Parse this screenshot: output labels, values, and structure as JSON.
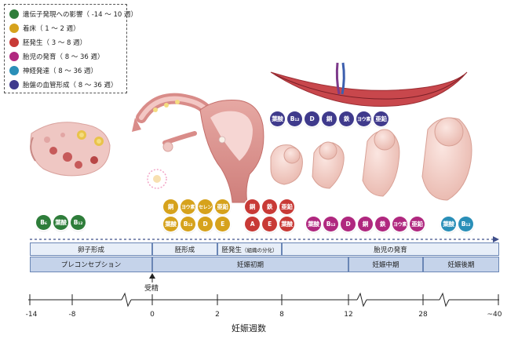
{
  "legend": [
    {
      "label": "遺伝子発現への影響（ -14 ～ 10 週）",
      "color": "#2e7d3a"
    },
    {
      "label": "着床（ 1 ～ 2 週）",
      "color": "#d6a21c"
    },
    {
      "label": "胚発生（ 3 ～ 8 週）",
      "color": "#c83a36"
    },
    {
      "label": "胎児の発育（ 8 ～ 36 週）",
      "color": "#b0287f"
    },
    {
      "label": "神経発達（ 8 ～ 36 週）",
      "color": "#2a8fb8"
    },
    {
      "label": "胎盤の血管形成（ 8 ～ 36 週）",
      "color": "#3f3a8c"
    }
  ],
  "nutrients": {
    "prenatal": [
      "B₆",
      "葉酸",
      "B₁₂"
    ],
    "implantation_row1": [
      "銅",
      "ヨウ素",
      "セレン",
      "亜鉛"
    ],
    "implantation_row2": [
      "葉酸",
      "B₁₂",
      "D",
      "E"
    ],
    "embryo_row1": [
      "銅",
      "鉄",
      "亜鉛"
    ],
    "embryo_row2": [
      "A",
      "E",
      "葉酸"
    ],
    "fetal": [
      "葉酸",
      "B₁₂",
      "D",
      "銅",
      "鉄",
      "ヨウ素",
      "亜鉛"
    ],
    "neuro": [
      "葉酸",
      "B₁₂"
    ],
    "placenta": [
      "葉酸",
      "B₁₂",
      "D",
      "銅",
      "鉄",
      "ヨウ素",
      "亜鉛"
    ]
  },
  "phases_top": {
    "oocyte": "卵子形成",
    "embryo_formation": "胚形成",
    "embryogenesis": "胚発生",
    "embryogenesis_note": "（組織の分化）",
    "fetal_growth": "胎児の発育"
  },
  "phases_bottom": {
    "preconception": "プレコンセプション",
    "early": "妊娠初期",
    "mid": "妊娠中期",
    "late": "妊娠後期"
  },
  "fertilization": "受精",
  "axis": {
    "title": "妊娠週数",
    "ticks": [
      "-14",
      "-8",
      "0",
      "2",
      "8",
      "12",
      "28",
      "~40"
    ]
  }
}
